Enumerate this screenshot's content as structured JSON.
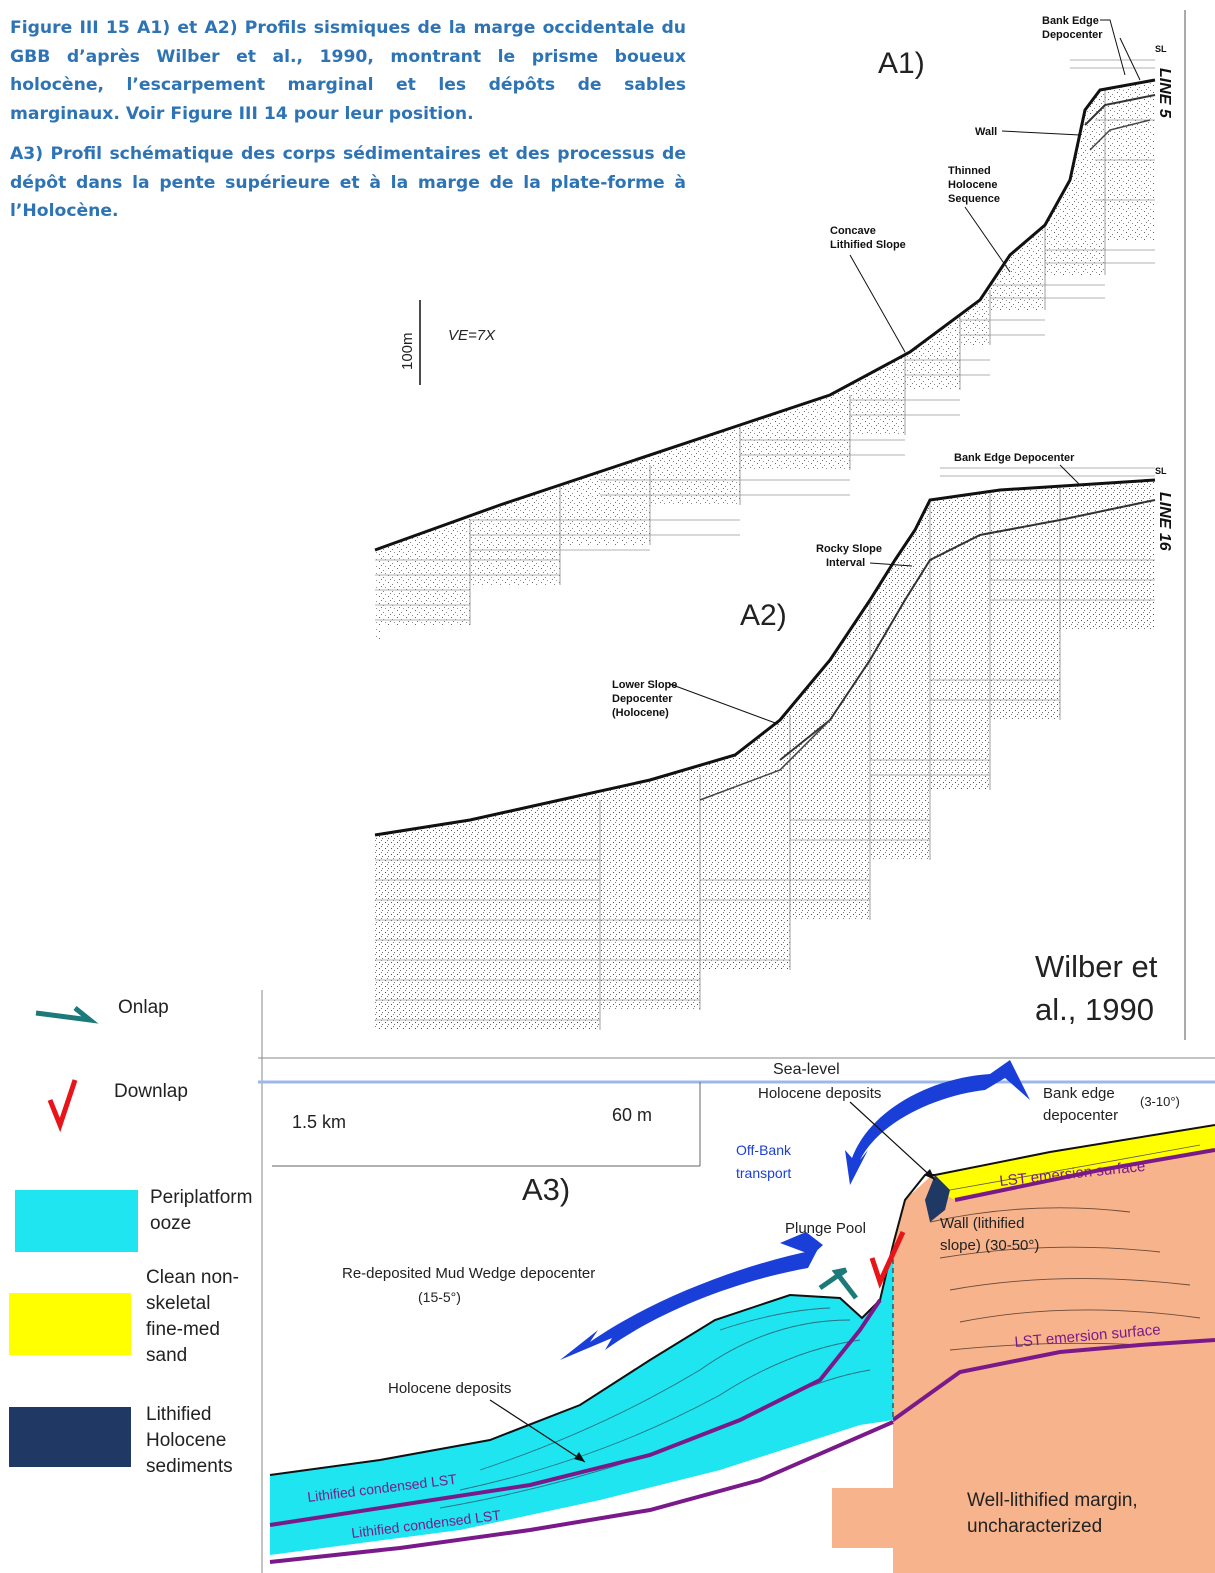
{
  "caption": {
    "p1": "Figure III 15 A1) et A2) Profils sismiques de la marge occidentale du GBB d’après Wilber et al., 1990, montrant le prisme boueux holocène, l’escarpement marginal et les dépôts de sables marginaux. Voir Figure III 14 pour leur position.",
    "p2": "A3) Profil schématique des corps sédimentaires et des processus de dépôt dans la pente supérieure et à la marge de la plate-forme à l’Holocène."
  },
  "seismic": {
    "a1_label": "A1)",
    "a2_label": "A2)",
    "scale_bar": "100m",
    "ve": "VE=7X",
    "line5": "LINE 5",
    "line16": "LINE 16",
    "sl1": "SL",
    "sl2": "SL",
    "a1_bank_edge_1": "Bank Edge",
    "a1_bank_edge_2": "Depocenter",
    "a1_wall": "Wall",
    "a1_thinned_1": "Thinned",
    "a1_thinned_2": "Holocene",
    "a1_thinned_3": "Sequence",
    "a1_concave_1": "Concave",
    "a1_concave_2": "Lithified  Slope",
    "a2_bank_edge": "Bank Edge Depocenter",
    "a2_rocky_1": "Rocky Slope",
    "a2_rocky_2": "Interval",
    "a2_lower_1": "Lower Slope",
    "a2_lower_2": "Depocenter",
    "a2_lower_3": "(Holocene)",
    "credit_1": "Wilber et",
    "credit_2": "al., 1990"
  },
  "legend": {
    "onlap": "Onlap",
    "downlap": "Downlap",
    "ooze": [
      "Periplatform",
      "ooze"
    ],
    "sand": [
      "Clean non-",
      "skeletal",
      "fine-med",
      "sand"
    ],
    "lithified": [
      "Lithified",
      "Holocene",
      "sediments"
    ],
    "margin": [
      "Well-lithified margin,",
      "uncharacterized"
    ]
  },
  "a3": {
    "label": "A3)",
    "sea_level": "Sea-level",
    "scale_km": "1.5 km",
    "scale_m": "60 m",
    "holocene_top": "Holocene deposits",
    "bank_edge_1": "Bank edge",
    "bank_edge_2": "depocenter",
    "bank_edge_angle": "(3-10°)",
    "off_bank_1": "Off-Bank",
    "off_bank_2": "transport",
    "plunge_pool": "Plunge Pool",
    "lst_emersion_top": "LST emersion surface",
    "lst_emersion_bottom": "LST emersion surface",
    "wall_1": "Wall (lithified",
    "wall_2": "slope) (30-50°)",
    "mud_wedge_1": "Re-deposited Mud Wedge depocenter",
    "mud_wedge_2": "(15-5°)",
    "holocene_bottom": "Holocene deposits",
    "lithified_lst_1": "Lithified condensed LST",
    "lithified_lst_2": "Lithified condensed LST"
  },
  "colors": {
    "caption": "#2e74b5",
    "ooze": "#1ee5f0",
    "sand": "#ffff00",
    "lithified": "#1f3864",
    "margin": "#f7b38c",
    "emersion": "#7a1a8a",
    "transport_arrow": "#1a3fd9",
    "onlap": "#1d7a7a",
    "downlap": "#e8141a",
    "sea_level": "#9db8e8"
  }
}
